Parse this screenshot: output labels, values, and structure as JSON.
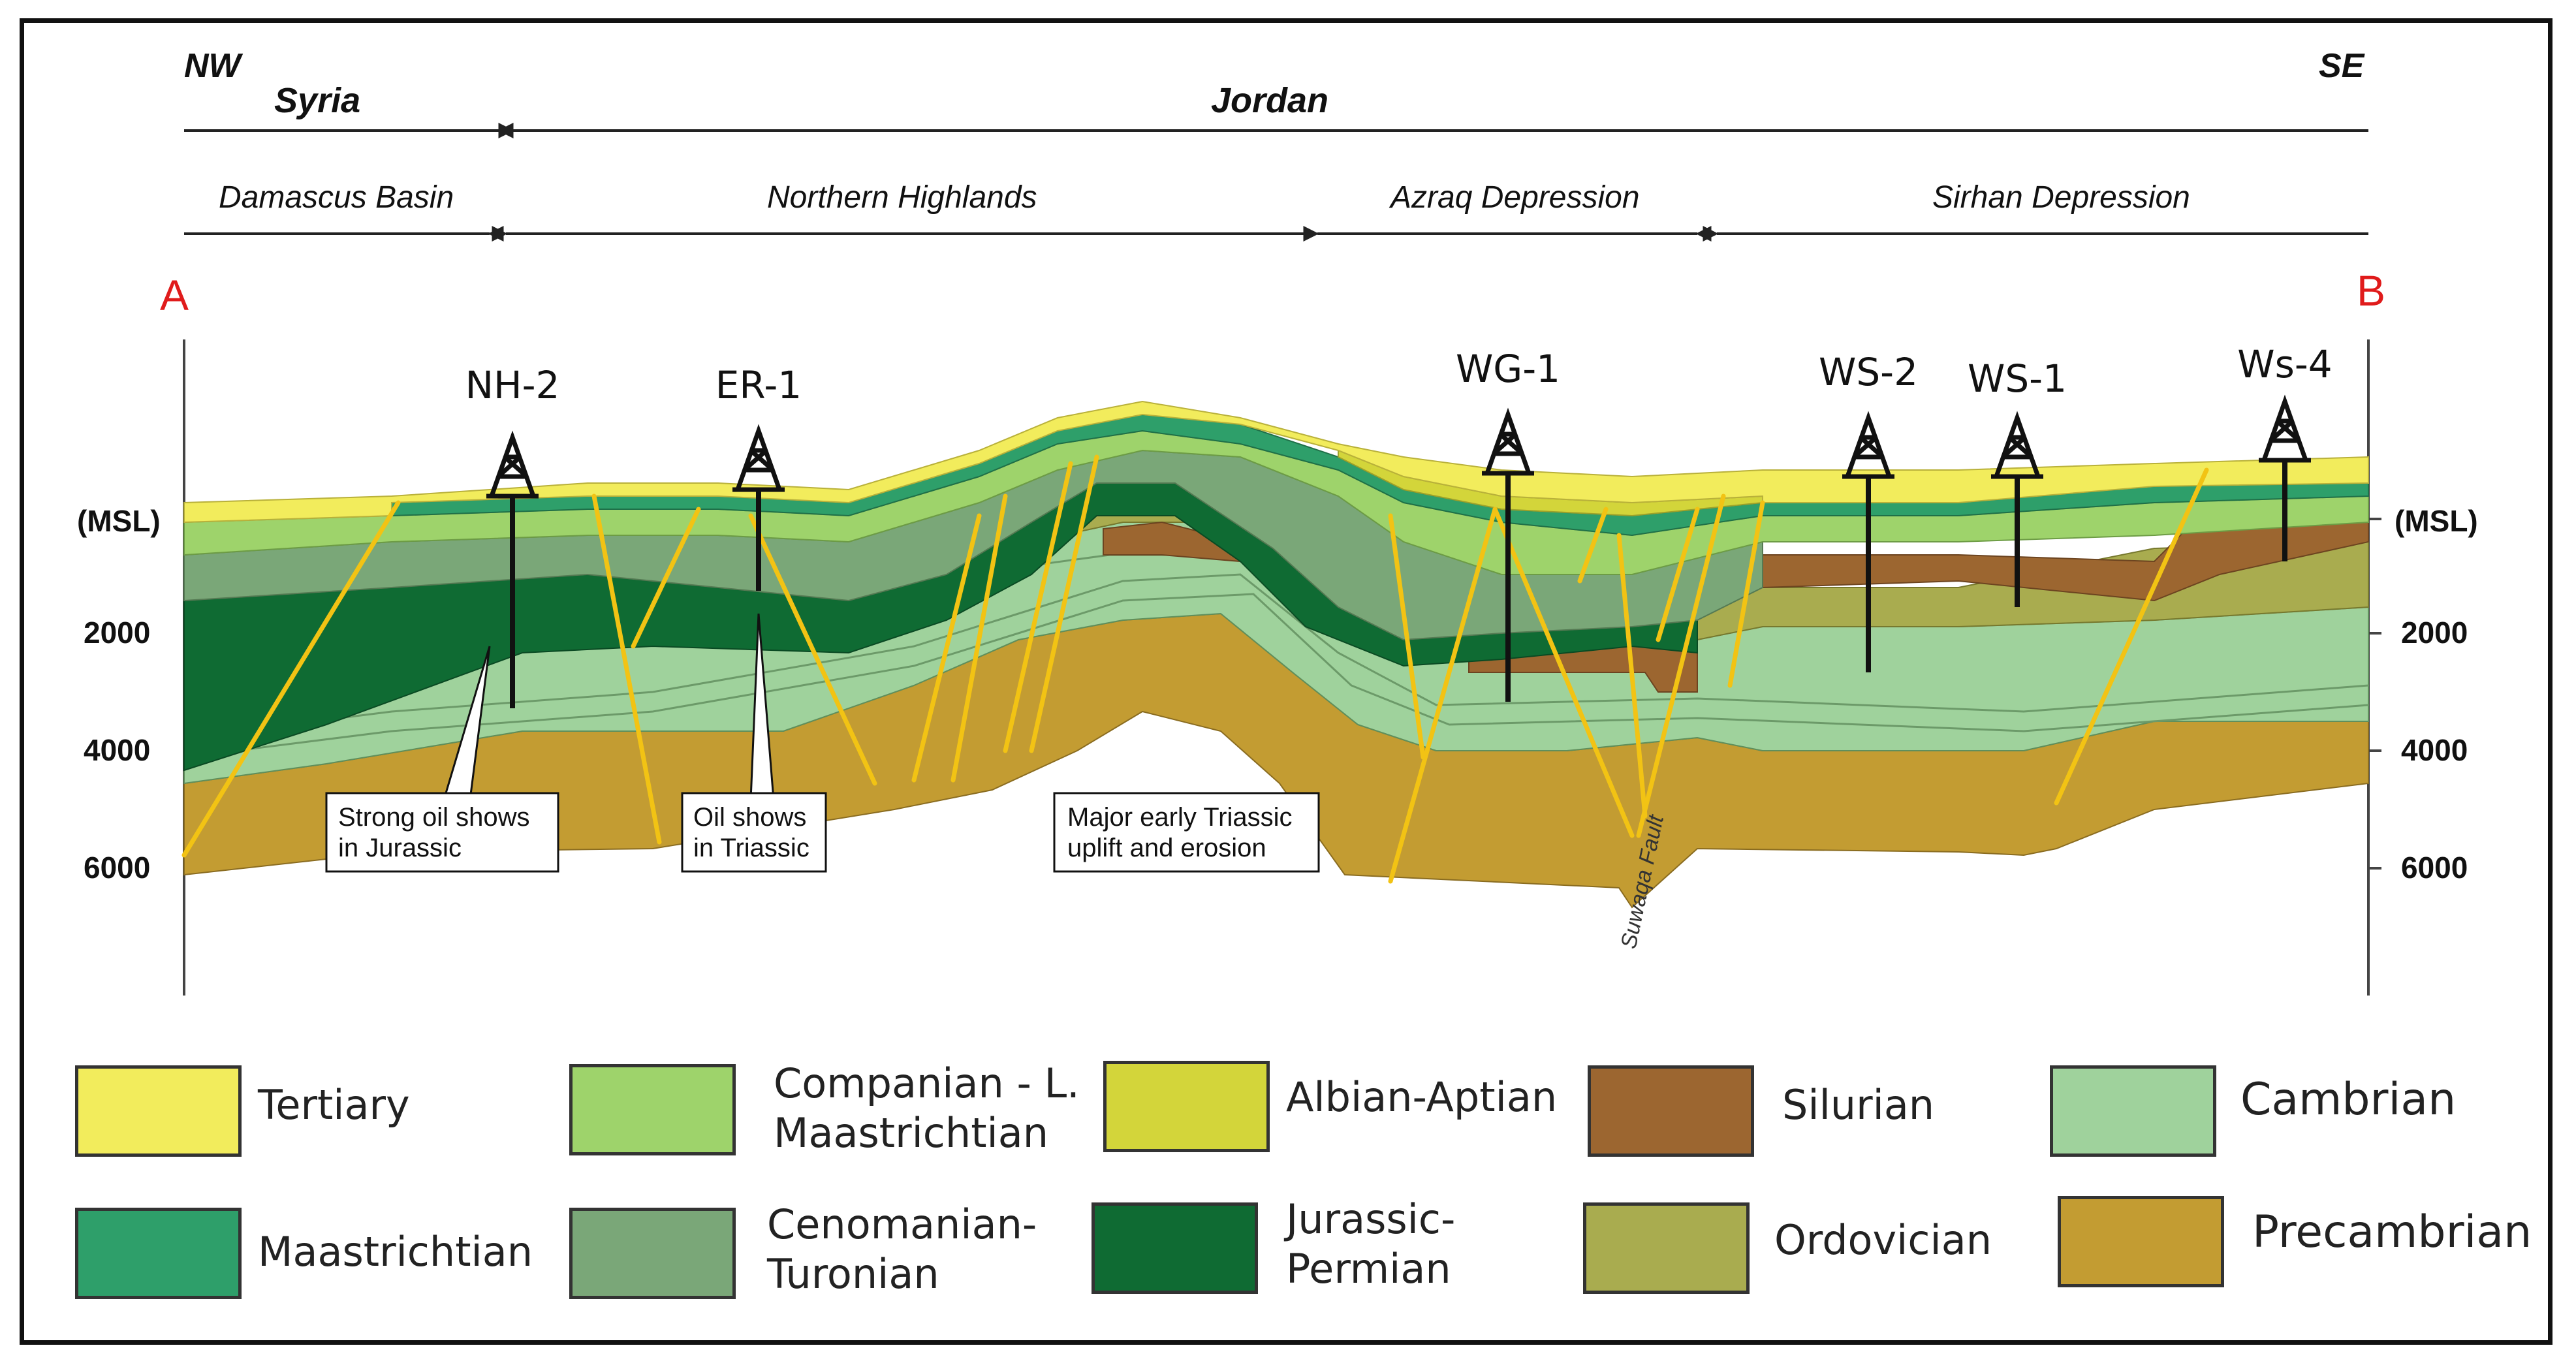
{
  "header": {
    "nw": "NW",
    "se": "SE",
    "country_left": "Syria",
    "country_right": "Jordan",
    "regions": [
      "Damascus Basin",
      "Northern Highlands",
      "Azraq Depression",
      "Sirhan Depression"
    ]
  },
  "section": {
    "start_label": "A",
    "end_label": "B",
    "depth_labels_left": [
      "(MSL)",
      "2000",
      "4000",
      "6000"
    ],
    "depth_labels_right": [
      "(MSL)",
      "2000",
      "4000",
      "6000"
    ]
  },
  "wells": [
    {
      "name": "NH-2"
    },
    {
      "name": "ER-1"
    },
    {
      "name": "WG-1"
    },
    {
      "name": "WS-2"
    },
    {
      "name": "WS-1"
    },
    {
      "name": "Ws-4"
    }
  ],
  "annotations": {
    "jurassic_line1": "Strong oil shows",
    "jurassic_line2": "in Jurassic",
    "triassic_line1": "Oil shows",
    "triassic_line2": "in Triassic",
    "uplift_line1": "Major early Triassic",
    "uplift_line2": "uplift and erosion",
    "fault": "Suwaqa Fault"
  },
  "legend": [
    {
      "label": "Tertiary",
      "color": "#f2ec5c"
    },
    {
      "label": "Companian - L.\nMaastrichtian",
      "color": "#9ed36b"
    },
    {
      "label": "Albian-Aptian",
      "color": "#d3d53a"
    },
    {
      "label": "Silurian",
      "color": "#9c6630"
    },
    {
      "label": "Cambrian",
      "color": "#9fd29c"
    },
    {
      "label": "Maastrichtian",
      "color": "#2e9f6a"
    },
    {
      "label": "Cenomanian-\nTuronian",
      "color": "#7aa778"
    },
    {
      "label": "Jurassic-\nPermian",
      "color": "#0f6b33"
    },
    {
      "label": "Ordovician",
      "color": "#a9ac4f"
    },
    {
      "label": "Precambrian",
      "color": "#c39c32"
    }
  ]
}
